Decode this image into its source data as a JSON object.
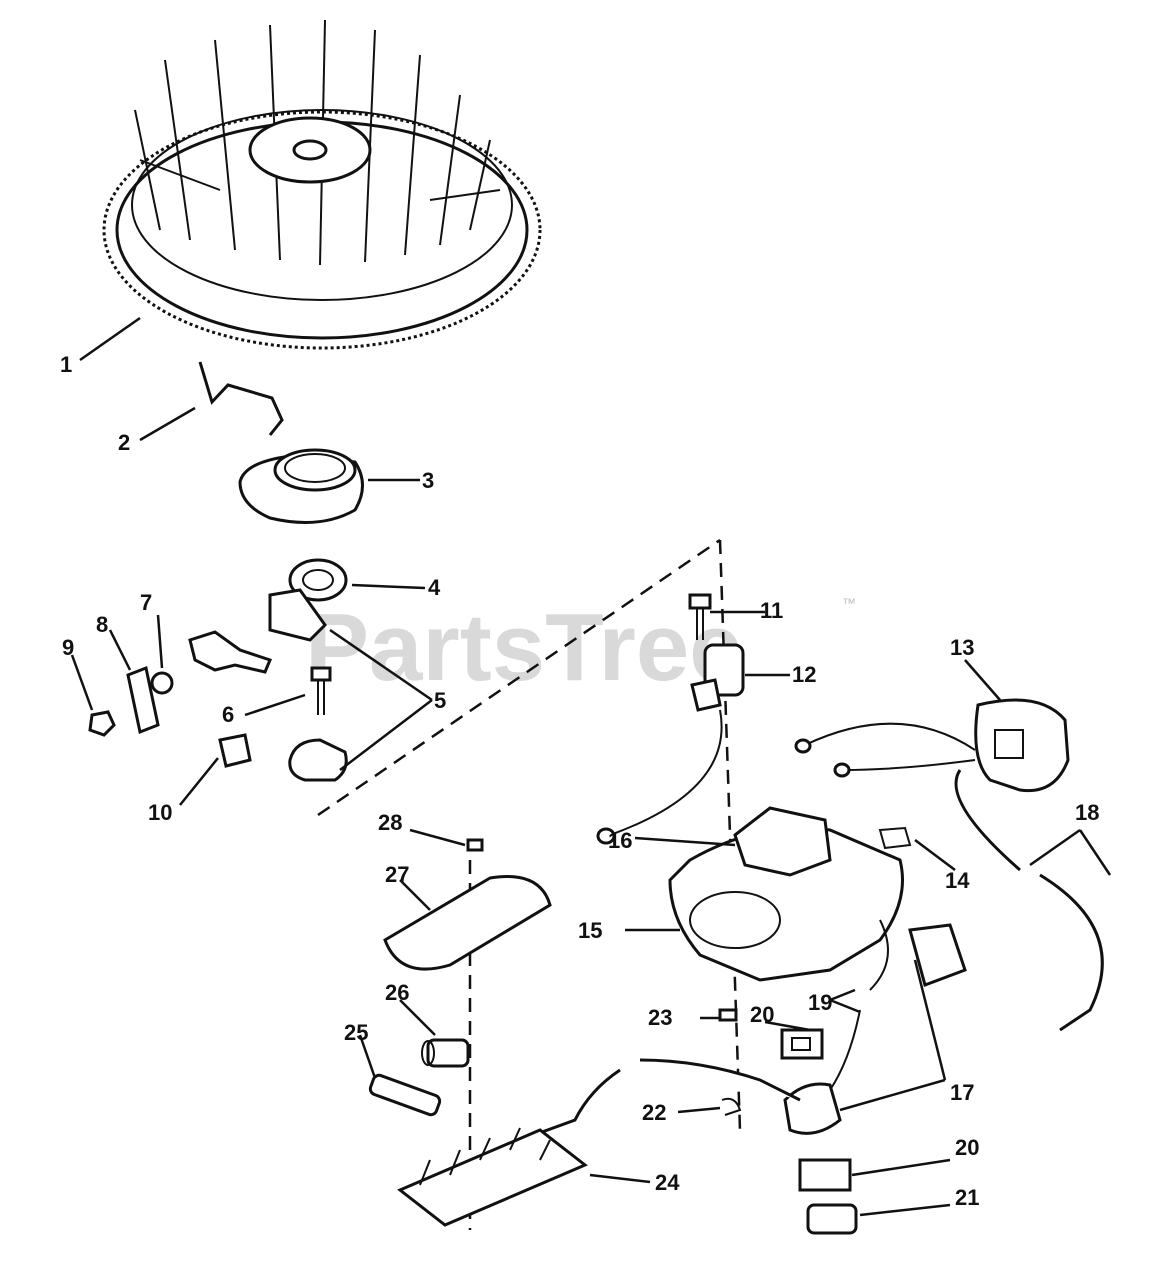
{
  "watermark": {
    "text": "PartsTree",
    "trademark": "™"
  },
  "callouts": [
    {
      "id": "1",
      "label": "1"
    },
    {
      "id": "2",
      "label": "2"
    },
    {
      "id": "3",
      "label": "3"
    },
    {
      "id": "4",
      "label": "4"
    },
    {
      "id": "5",
      "label": "5"
    },
    {
      "id": "6",
      "label": "6"
    },
    {
      "id": "7",
      "label": "7"
    },
    {
      "id": "8",
      "label": "8"
    },
    {
      "id": "9",
      "label": "9"
    },
    {
      "id": "10",
      "label": "10"
    },
    {
      "id": "11",
      "label": "11"
    },
    {
      "id": "12",
      "label": "12"
    },
    {
      "id": "13",
      "label": "13"
    },
    {
      "id": "14",
      "label": "14"
    },
    {
      "id": "15",
      "label": "15"
    },
    {
      "id": "16",
      "label": "16"
    },
    {
      "id": "17",
      "label": "17"
    },
    {
      "id": "18",
      "label": "18"
    },
    {
      "id": "19",
      "label": "19"
    },
    {
      "id": "20a",
      "label": "20"
    },
    {
      "id": "20b",
      "label": "20"
    },
    {
      "id": "21",
      "label": "21"
    },
    {
      "id": "22",
      "label": "22"
    },
    {
      "id": "23",
      "label": "23"
    },
    {
      "id": "24",
      "label": "24"
    },
    {
      "id": "25",
      "label": "25"
    },
    {
      "id": "26",
      "label": "26"
    },
    {
      "id": "27",
      "label": "27"
    },
    {
      "id": "28",
      "label": "28"
    }
  ]
}
